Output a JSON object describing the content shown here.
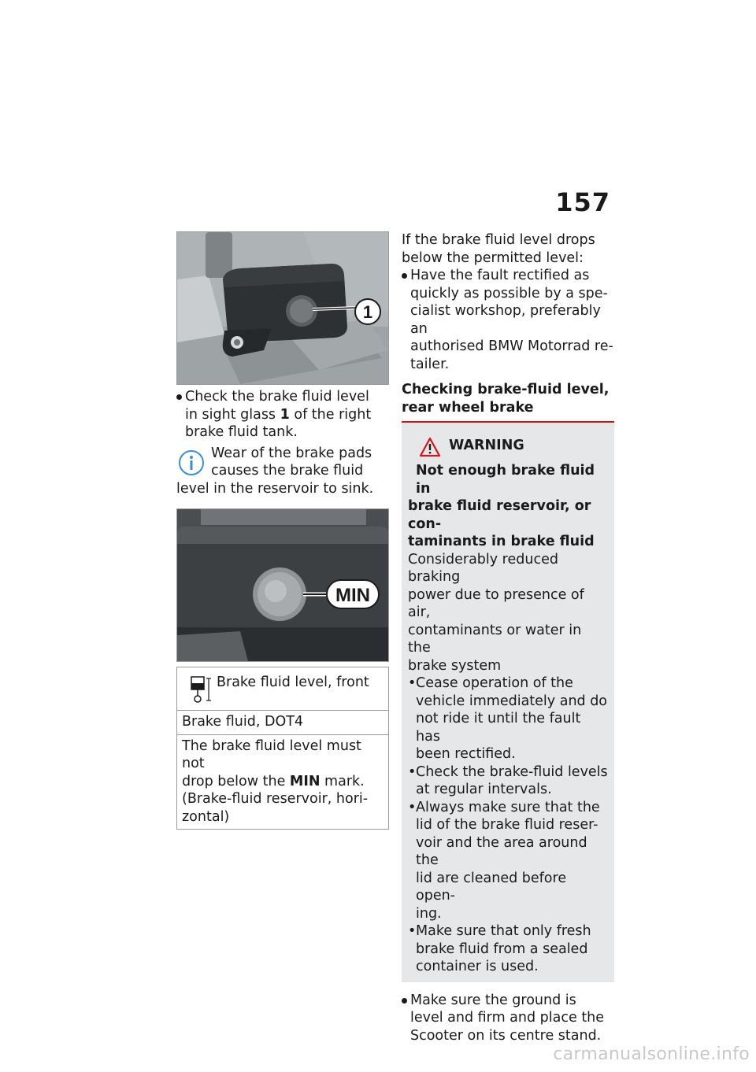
{
  "page_number": "157",
  "left": {
    "photo1_callout": "1",
    "bullet1": {
      "line1": "Check the brake fluid level",
      "line2_pre": "in sight glass ",
      "line2_ref": "1",
      "line2_post": " of the right",
      "line3": "brake fluid tank."
    },
    "note": {
      "line1": "Wear of the brake pads",
      "line2": "causes the brake fluid",
      "line3": "level in the reservoir to sink."
    },
    "photo2_callout": "MIN",
    "spec": {
      "title": "Brake fluid level, front",
      "row1": "Brake fluid, DOT4",
      "row2_line1": "The brake fluid level must not",
      "row2_line2_pre": "drop below the ",
      "row2_line2_ref": "MIN",
      "row2_line2_post": " mark.",
      "row2_line3": "(Brake-fluid reservoir, hori-",
      "row2_line4": "zontal)"
    }
  },
  "right": {
    "intro_line1": "If the brake fluid level drops",
    "intro_line2": "below the permitted level:",
    "bullet1": {
      "line1": "Have the fault rectified as",
      "line2": "quickly as possible by a spe-",
      "line3": "cialist workshop, preferably an",
      "line4": "authorised BMW Motorrad re-",
      "line5": "tailer."
    },
    "heading_line1": "Checking brake-fluid level,",
    "heading_line2": "rear wheel brake",
    "warning": {
      "label": "WARNING",
      "bold1": "Not enough brake fluid in",
      "bold2": "brake fluid reservoir, or con-",
      "bold3": "taminants in brake fluid",
      "text1": "Considerably reduced braking",
      "text2": "power due to presence of air,",
      "text3": "contaminants or water in the",
      "text4": "brake system",
      "items": [
        [
          "Cease operation of the",
          "vehicle immediately and do",
          "not ride it until the fault has",
          "been rectified."
        ],
        [
          "Check the brake-fluid levels",
          "at regular intervals."
        ],
        [
          "Always make sure that the",
          "lid of the brake fluid reser-",
          "voir and the area around the",
          "lid are cleaned before open-",
          "ing."
        ],
        [
          "Make sure that only fresh",
          "brake fluid from a sealed",
          "container is used."
        ]
      ]
    },
    "bullet2": {
      "line1": "Make sure the ground is",
      "line2": "level and firm and place the",
      "line3": "Scooter on its centre stand."
    }
  },
  "watermark": "carmanualsonline.info"
}
